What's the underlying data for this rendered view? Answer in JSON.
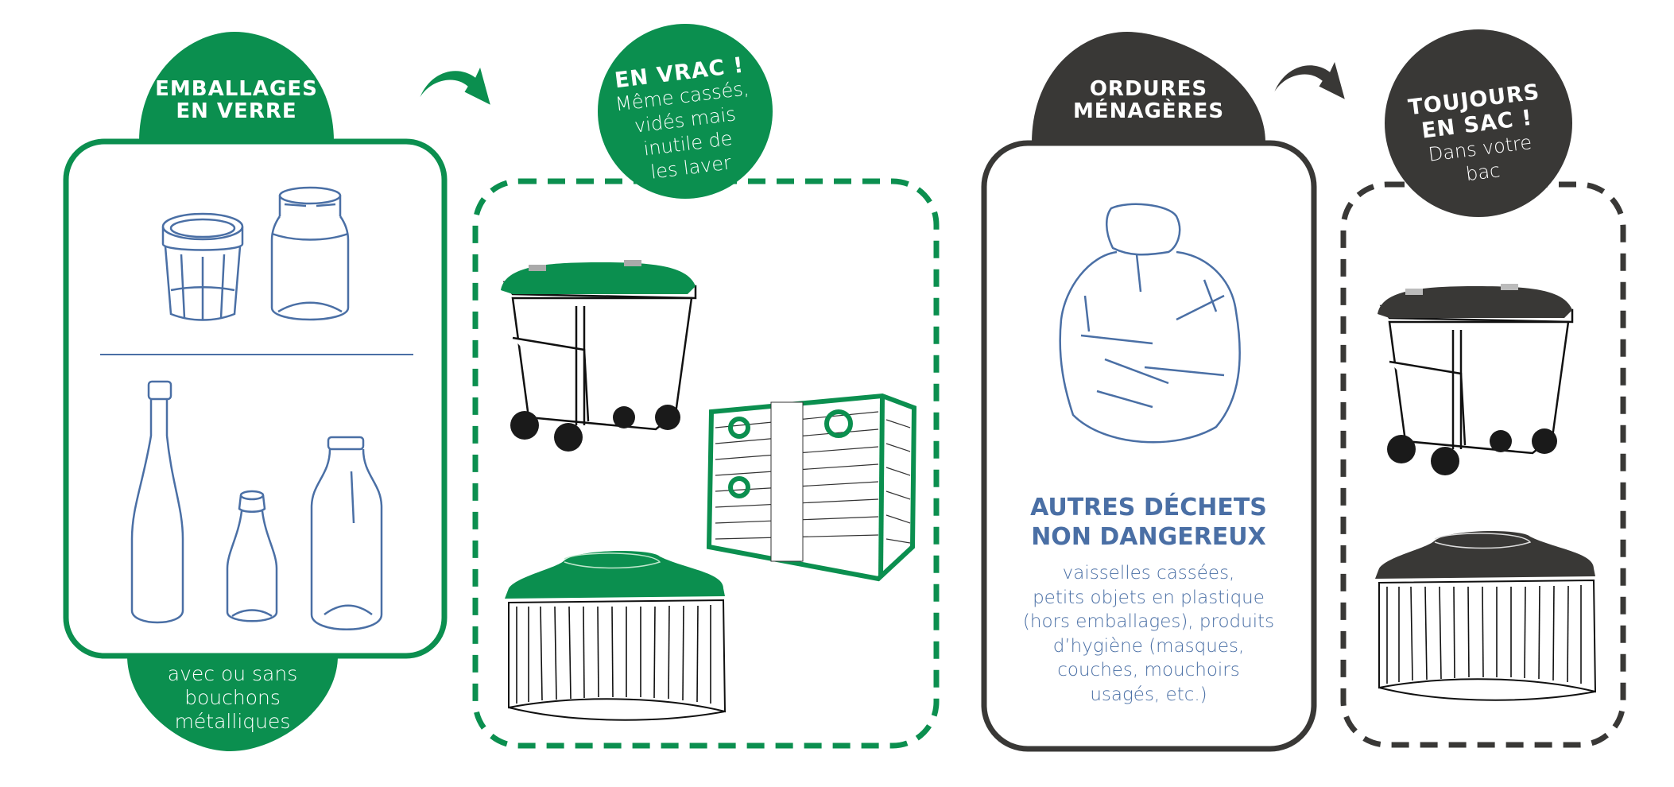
{
  "colors": {
    "green": "#0b8f4f",
    "dark": "#393836",
    "blue_line": "#4a6fa5",
    "white": "#ffffff"
  },
  "glass_section": {
    "title_line1": "EMBALLAGES",
    "title_line2": "EN VERRE",
    "footer_line1": "avec ou sans",
    "footer_line2": "bouchons",
    "footer_line3": "métalliques",
    "items": [
      "jam-jar-icon",
      "glass-jar-icon",
      "wine-bottle-icon",
      "small-bottle-icon",
      "milk-bottle-icon"
    ]
  },
  "glass_bin_section": {
    "badge_title": "EN VRAC !",
    "badge_line1": "Même cassés,",
    "badge_line2": "vidés mais",
    "badge_line3": "inutile de",
    "badge_line4": "les laver",
    "items": [
      "green-wheelie-bin-icon",
      "green-bin-enclosure-icon",
      "green-round-container-icon"
    ]
  },
  "household_section": {
    "title_line1": "ORDURES",
    "title_line2": "MÉNAGÈRES",
    "subtitle_line1": "AUTRES DÉCHETS",
    "subtitle_line2": "NON DANGEREUX",
    "desc_line1": "vaisselles cassées,",
    "desc_line2": "petits objets en plastique",
    "desc_line3": "(hors emballages), produits",
    "desc_line4": "d’hygiène (masques,",
    "desc_line5": "couches, mouchoirs",
    "desc_line6": "usagés, etc.)",
    "items": [
      "trash-bag-icon"
    ]
  },
  "household_bin_section": {
    "badge_title_line1": "TOUJOURS",
    "badge_title_line2": "EN SAC !",
    "badge_line1": "Dans votre",
    "badge_line2": "bac",
    "items": [
      "dark-wheelie-bin-icon",
      "dark-round-container-icon"
    ]
  }
}
